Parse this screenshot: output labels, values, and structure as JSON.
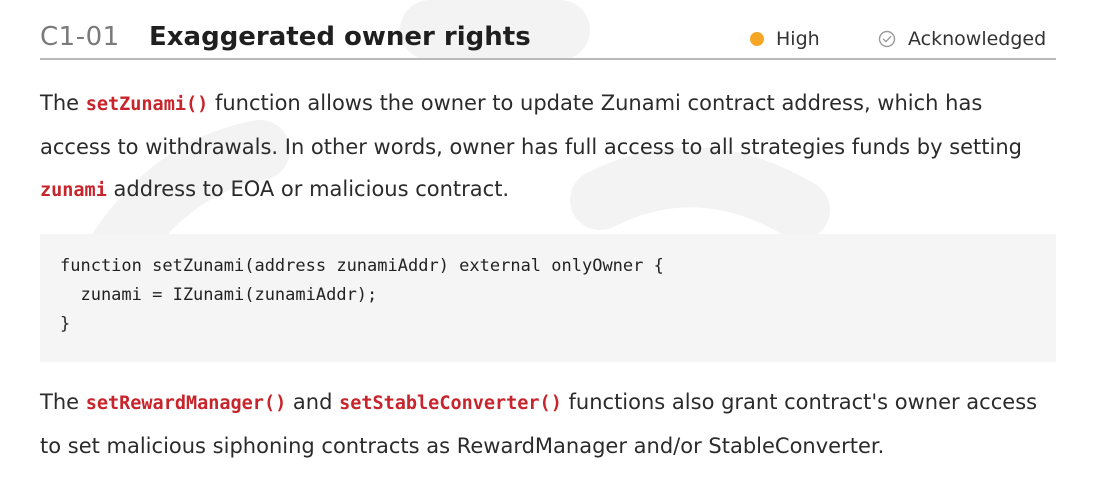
{
  "finding": {
    "id": "C1-01",
    "title": "Exaggerated owner rights",
    "severity": "High",
    "status": "Acknowledged",
    "colors": {
      "severity_dot": "#f5a623",
      "inline_code": "#c7242b",
      "code_bg": "#f5f5f5"
    },
    "icons": {
      "severity": "severity-dot-icon",
      "status": "check-circle-icon"
    }
  },
  "paragraph1": {
    "t1": "The ",
    "c1": "setZunami()",
    "t2": " function allows the owner to update Zunami contract address, which has access to withdrawals. In other words, owner has full access to all strategies funds by setting ",
    "c2": "zunami",
    "t3": " address to EOA or malicious contract."
  },
  "code": {
    "lines": [
      "function setZunami(address zunamiAddr) external onlyOwner {",
      "  zunami = IZunami(zunamiAddr);",
      "}"
    ]
  },
  "paragraph2": {
    "t1": "The ",
    "c1": "setRewardManager()",
    "t2": " and ",
    "c2": "setStableConverter()",
    "t3": " functions also grant contract's owner access to set malicious siphoning contracts as RewardManager and/or StableConverter."
  }
}
